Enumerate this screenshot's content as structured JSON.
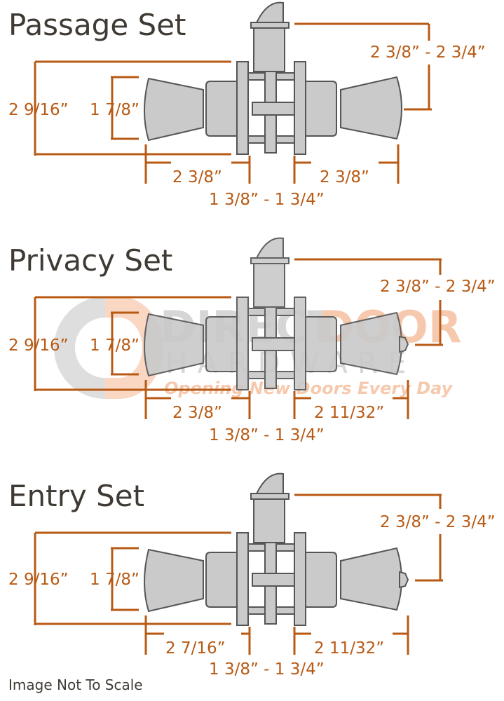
{
  "colors": {
    "dimension": "#b85a14",
    "title_text": "#3f3b34",
    "hardware_fill": "#cacaca",
    "hardware_stroke": "#555555",
    "watermark_gray": "#d6d6d6",
    "watermark_orange": "#f6c9ae"
  },
  "watermark": {
    "word1": "DIRECT",
    "word2": "DOOR",
    "word3": "HARDWARE",
    "tagline": "Opening New Doors Every Day"
  },
  "sets": [
    {
      "title": "Passage Set",
      "overall_height": "2 9/16”",
      "knob_height": "1 7/8”",
      "backset": "2 3/8” - 2 3/4”",
      "left_projection": "2 3/8”",
      "right_projection": "2 3/8”",
      "door_thickness": "1 3/8”  -  1 3/4”",
      "right_knob_feature": "plain"
    },
    {
      "title": "Privacy Set",
      "overall_height": "2 9/16”",
      "knob_height": "1 7/8”",
      "backset": "2 3/8” - 2 3/4”",
      "left_projection": "2 3/8”",
      "right_projection": "2 11/32”",
      "door_thickness": "1 3/8”  -  1 3/4”",
      "right_knob_feature": "privacy button"
    },
    {
      "title": "Entry Set",
      "overall_height": "2 9/16”",
      "knob_height": "1 7/8”",
      "backset": "2 3/8” - 2 3/4”",
      "left_projection": "2 7/16”",
      "right_projection": "2 11/32”",
      "door_thickness": "1 3/8”  -  1 3/4”",
      "right_knob_feature": "key cylinder"
    }
  ],
  "footer": {
    "note": "Image Not To Scale"
  }
}
